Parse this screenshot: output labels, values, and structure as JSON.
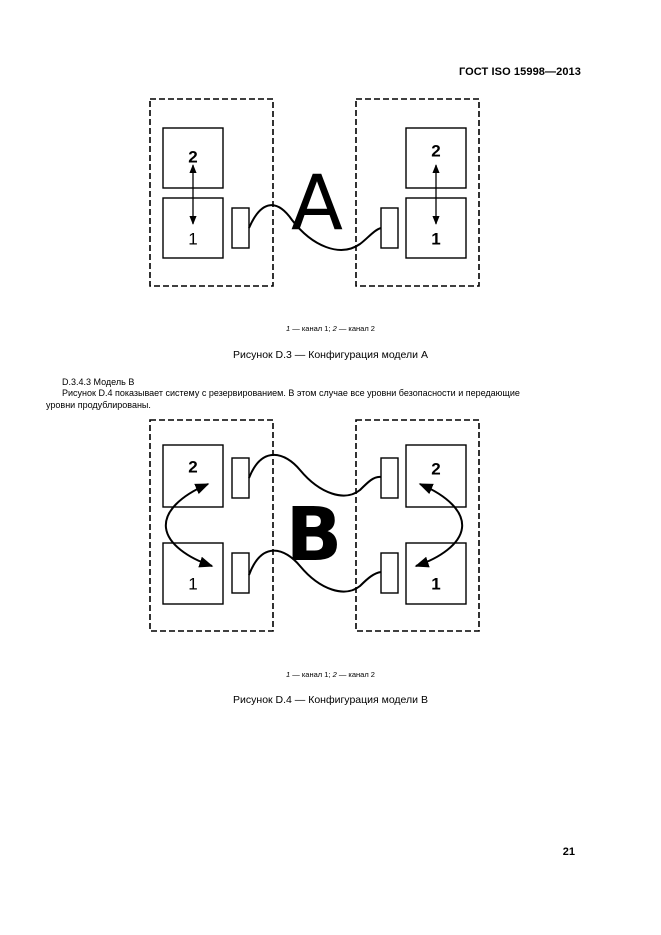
{
  "header": {
    "standard": "ГОСТ ISO 15998—2013"
  },
  "figure_a": {
    "letter": "A",
    "box_labels": [
      "2",
      "1",
      "2",
      "1"
    ],
    "legend": {
      "n1": "1",
      "t1": " — канал 1; ",
      "n2": "2",
      "t2": " — канал 2"
    },
    "caption": "Рисунок D.3 — Конфигурация модели А"
  },
  "section": {
    "heading": "D.3.4.3 Модель В",
    "para_line1": "Рисунок D.4 показывает систему с резервированием. В этом случае все уровни безопасности и передающие",
    "para_line2": "уровни продублированы."
  },
  "figure_b": {
    "letter": "B",
    "box_labels": [
      "2",
      "1",
      "2",
      "1"
    ],
    "legend": {
      "n1": "1",
      "t1": " — канал 1; ",
      "n2": "2",
      "t2": " — канал 2"
    },
    "caption": "Рисунок D.4 — Конфигурация модели В"
  },
  "page_number": "21"
}
